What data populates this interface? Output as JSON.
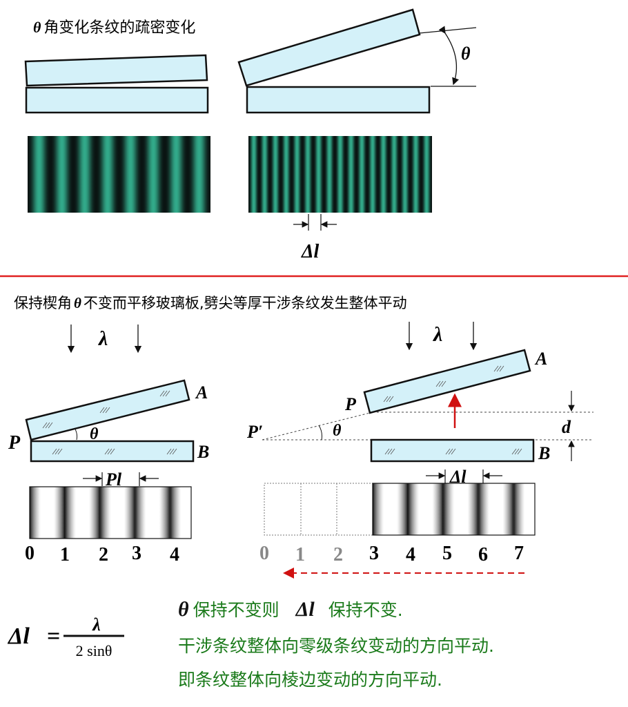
{
  "top": {
    "title_symbol": "θ",
    "title": "角变化条纹的疏密变化",
    "angle_label": "θ",
    "spacing_label": "Δl"
  },
  "bottom": {
    "title_symbol": "θ",
    "title_pre": "保持楔角",
    "title_post": "不变而平移玻璃板,劈尖等厚干涉条纹发生整体平动",
    "left": {
      "wavelength": "λ",
      "label_a": "A",
      "label_b": "B",
      "label_p": "P",
      "angle": "θ",
      "spacing": "Ρl",
      "orders": [
        "0",
        "1",
        "2",
        "3",
        "4"
      ]
    },
    "right": {
      "wavelength": "λ",
      "label_a": "A",
      "label_b": "B",
      "label_p": "P",
      "label_p_prime": "P′",
      "angle": "θ",
      "shift": "d",
      "spacing": "Δl",
      "orders": [
        "0",
        "1",
        "2",
        "3",
        "4",
        "5",
        "6",
        "7"
      ]
    }
  },
  "formula": {
    "lhs": "Δl",
    "eq": "=",
    "numerator": "λ",
    "denominator": "2 sinθ"
  },
  "conclusions": {
    "line1_symbol": "θ",
    "line1_a": "保持不变则",
    "line1_symbol2": "Δl",
    "line1_b": "保持不变.",
    "line2": "干涉条纹整体向零级条纹变动的方向平动.",
    "line3": "即条纹整体向棱边变动的方向平动."
  },
  "colors": {
    "divider": "#e02020",
    "green_text": "#1a7a1a",
    "plate": "#d4f1f9",
    "fringe_green": "#1fa583",
    "red_arrow": "#d01010"
  }
}
